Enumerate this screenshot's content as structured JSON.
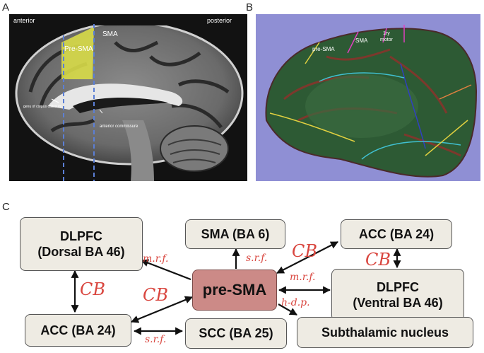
{
  "panels": {
    "a": {
      "letter": "A",
      "labels": {
        "anterior": "anterior",
        "posterior": "posterior",
        "pre_sma": "Pre-SMA",
        "sma": "SMA",
        "genu": "genu of corpus callosum",
        "anterior_commissure": "anterior commissure"
      },
      "colors": {
        "highlight": "#d8dc48",
        "guide_lines": "#5b7fd6"
      }
    },
    "b": {
      "letter": "B",
      "labels": {
        "sma": "SMA",
        "pre_sma": "pre-SMA",
        "motor_line1": "1ry",
        "motor_line2": "motor"
      },
      "colors": {
        "background": "#8f8fd4",
        "surface": "#2d5a34"
      }
    },
    "c": {
      "letter": "C",
      "nodes": {
        "dlpfc_dorsal": [
          "DLPFC",
          "(Dorsal BA 46)"
        ],
        "sma": [
          "SMA (BA 6)"
        ],
        "acc_top": [
          "ACC (BA 24)"
        ],
        "pre_sma": [
          "pre-SMA"
        ],
        "dlpfc_ventral": [
          "DLPFC",
          "(Ventral BA 46)"
        ],
        "acc_bottom": [
          "ACC (BA 24)"
        ],
        "scc": [
          "SCC (BA 25)"
        ],
        "stn": [
          "Subthalamic nucleus"
        ]
      },
      "edge_labels": {
        "cb_left": "CB",
        "cb_center": "CB",
        "cb_top": "CB",
        "cb_right": "CB",
        "mrf_left": "m.r.f.",
        "srf_top": "s.r.f.",
        "mrf_right": "m.r.f.",
        "hdp": "h-d.p.",
        "srf_bottom": "s.r.f."
      },
      "colors": {
        "pre_sma_box": "#cc8a87",
        "box": "#eeebe3",
        "label": "#d9463f"
      }
    }
  }
}
